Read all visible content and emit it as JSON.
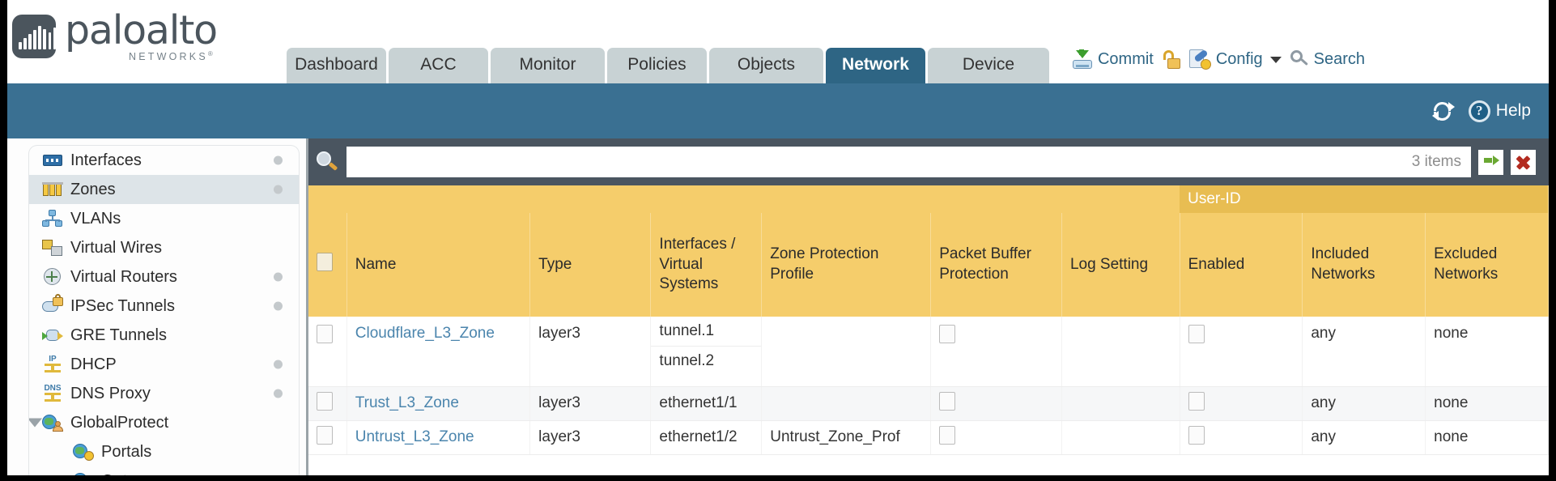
{
  "brand": {
    "name": "paloalto",
    "tagline": "NETWORKS",
    "reg": "®"
  },
  "nav_tabs": [
    {
      "label": "Dashboard",
      "active": false,
      "width": 123
    },
    {
      "label": "ACC",
      "active": false,
      "width": 123
    },
    {
      "label": "Monitor",
      "active": false,
      "width": 141
    },
    {
      "label": "Policies",
      "active": false,
      "width": 123
    },
    {
      "label": "Objects",
      "active": false,
      "width": 141
    },
    {
      "label": "Network",
      "active": true,
      "width": 123
    },
    {
      "label": "Device",
      "active": false,
      "width": 150
    }
  ],
  "topright": {
    "commit": "Commit",
    "config": "Config",
    "search": "Search"
  },
  "blueband": {
    "help": "Help"
  },
  "sidebar": {
    "items": [
      {
        "label": "Interfaces",
        "icon": "interfaces-icon",
        "dot": true,
        "selected": false,
        "child": false,
        "twisty": false
      },
      {
        "label": "Zones",
        "icon": "zones-icon",
        "dot": true,
        "selected": true,
        "child": false,
        "twisty": false
      },
      {
        "label": "VLANs",
        "icon": "vlans-icon",
        "dot": false,
        "selected": false,
        "child": false,
        "twisty": false
      },
      {
        "label": "Virtual Wires",
        "icon": "virtual-wires-icon",
        "dot": false,
        "selected": false,
        "child": false,
        "twisty": false
      },
      {
        "label": "Virtual Routers",
        "icon": "virtual-routers-icon",
        "dot": true,
        "selected": false,
        "child": false,
        "twisty": false
      },
      {
        "label": "IPSec Tunnels",
        "icon": "ipsec-tunnels-icon",
        "dot": true,
        "selected": false,
        "child": false,
        "twisty": false
      },
      {
        "label": "GRE Tunnels",
        "icon": "gre-tunnels-icon",
        "dot": false,
        "selected": false,
        "child": false,
        "twisty": false
      },
      {
        "label": "DHCP",
        "icon": "dhcp-icon",
        "dot": true,
        "selected": false,
        "child": false,
        "twisty": false
      },
      {
        "label": "DNS Proxy",
        "icon": "dns-proxy-icon",
        "dot": true,
        "selected": false,
        "child": false,
        "twisty": false
      },
      {
        "label": "GlobalProtect",
        "icon": "globalprotect-icon",
        "dot": false,
        "selected": false,
        "child": false,
        "twisty": true
      },
      {
        "label": "Portals",
        "icon": "portals-icon",
        "dot": false,
        "selected": false,
        "child": true,
        "twisty": false
      },
      {
        "label": "Gateways",
        "icon": "gateways-icon",
        "dot": false,
        "selected": false,
        "child": true,
        "twisty": false
      }
    ]
  },
  "search": {
    "value": "",
    "placeholder": "",
    "items_count": "3 items"
  },
  "table": {
    "group_header": "User-ID",
    "columns": [
      "Name",
      "Type",
      "Interfaces / Virtual Systems",
      "Zone Protection Profile",
      "Packet Buffer Protection",
      "Log Setting",
      "Enabled",
      "Included Networks",
      "Excluded Networks"
    ],
    "columns_multiline": {
      "interfaces_l1": "Interfaces /",
      "interfaces_l2": "Virtual",
      "interfaces_l3": "Systems",
      "zoneprot_l1": "Zone Protection",
      "zoneprot_l2": "Profile",
      "packetbuf_l1": "Packet Buffer",
      "packetbuf_l2": "Protection",
      "included_l1": "Included",
      "included_l2": "Networks",
      "excluded_l1": "Excluded",
      "excluded_l2": "Networks"
    },
    "rows": [
      {
        "name": "Cloudflare_L3_Zone",
        "type": "layer3",
        "interfaces": [
          "tunnel.1",
          "tunnel.2"
        ],
        "zone_protection_profile": "",
        "packet_buffer_protection": false,
        "log_setting": "",
        "userid_enabled": false,
        "included_networks": "any",
        "excluded_networks": "none"
      },
      {
        "name": "Trust_L3_Zone",
        "type": "layer3",
        "interfaces": [
          "ethernet1/1"
        ],
        "zone_protection_profile": "",
        "packet_buffer_protection": false,
        "log_setting": "",
        "userid_enabled": false,
        "included_networks": "any",
        "excluded_networks": "none"
      },
      {
        "name": "Untrust_L3_Zone",
        "type": "layer3",
        "interfaces": [
          "ethernet1/2"
        ],
        "zone_protection_profile": "Untrust_Zone_Prof",
        "packet_buffer_protection": false,
        "log_setting": "",
        "userid_enabled": false,
        "included_networks": "any",
        "excluded_networks": "none"
      }
    ]
  },
  "colors": {
    "tab_active_bg": "#2e6584",
    "tab_bg": "#c8d2d4",
    "blue_band": "#3a7092",
    "search_band": "#4a5560",
    "table_header": "#f5cd6b",
    "group_header": "#e8bd52",
    "link": "#4b85ad"
  }
}
